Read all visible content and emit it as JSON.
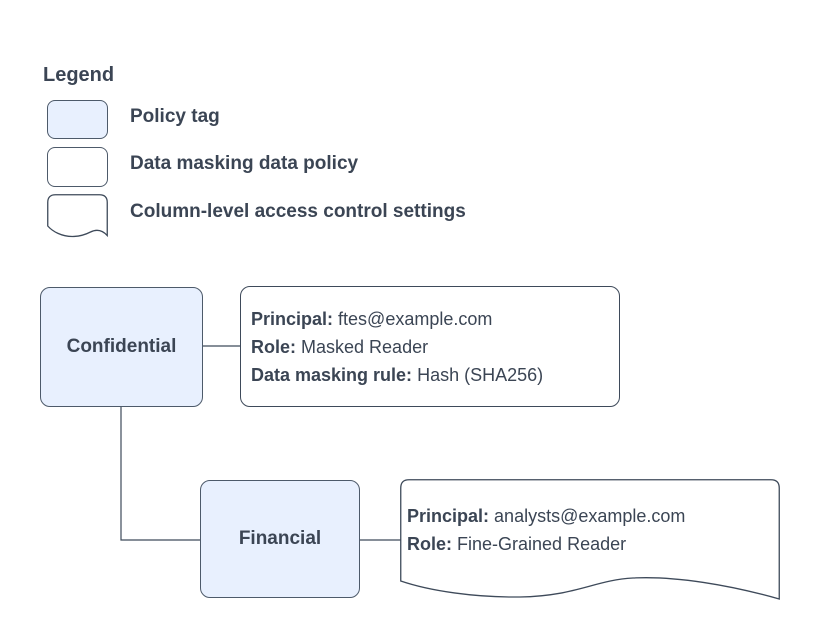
{
  "legend": {
    "title": "Legend",
    "items": [
      {
        "id": "policy-tag",
        "label": "Policy tag"
      },
      {
        "id": "data-masking-data-policy",
        "label": "Data masking data policy"
      },
      {
        "id": "column-level-access-control-settings",
        "label": "Column-level access control settings"
      }
    ]
  },
  "nodes": {
    "confidential": {
      "label": "Confidential"
    },
    "financial": {
      "label": "Financial"
    }
  },
  "masking_policy": {
    "principal_label": "Principal:",
    "principal_value": "ftes@example.com",
    "role_label": "Role:",
    "role_value": "Masked Reader",
    "rule_label": "Data masking rule:",
    "rule_value": "Hash (SHA256)"
  },
  "column_access_settings": {
    "principal_label": "Principal:",
    "principal_value": "analysts@example.com",
    "role_label": "Role:",
    "role_value": "Fine-Grained Reader"
  },
  "colors": {
    "policy_tag_fill": "#e8f0fe",
    "node_border": "#4d5a6a",
    "box_border": "#3e4a5a",
    "connector": "#3e4a5a",
    "text": "#3b4554",
    "background": "#ffffff"
  }
}
